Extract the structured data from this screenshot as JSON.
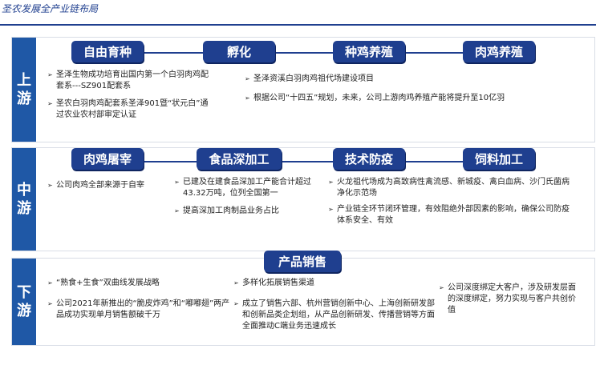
{
  "header": {
    "title": "圣农发展全产业链布局"
  },
  "upstream": {
    "label": [
      "上",
      "游"
    ],
    "pills": [
      "自由育种",
      "孵化",
      "种鸡养殖",
      "肉鸡养殖"
    ],
    "items": [
      "圣泽生物成功培育出国内第一个白羽肉鸡配套系---SZ901配套系",
      "圣农白羽肉鸡配套系圣泽901暨“状元白”通过农业农村部审定认证",
      "圣泽资溪白羽肉鸡祖代场建设项目",
      "根据公司“十四五”规划，未来，公司上游肉鸡养殖产能将提升至10亿羽"
    ]
  },
  "midstream": {
    "label": [
      "中",
      "游"
    ],
    "pills": [
      "肉鸡屠宰",
      "食品深加工",
      "技术防疫",
      "饲料加工"
    ],
    "items": [
      "公司肉鸡全部来源于自宰",
      "已建及在建食品深加工产能合计超过43.32万吨，位列全国第一",
      "提高深加工肉制品业务占比",
      "火龙祖代场成为高致病性禽流感、新城疫、禽白血病、沙门氏菌病净化示范场",
      "产业链全环节闭环管理，有效阻绝外部因素的影响，确保公司防疫体系安全、有效"
    ]
  },
  "downstream": {
    "label": [
      "下",
      "游"
    ],
    "pills": [
      "产品销售"
    ],
    "items": [
      "“熟食+生食”双曲线发展战略",
      "公司2021年新推出的“脆皮炸鸡”和“嘟嘟翅”两产品成功实现单月销售额破千万",
      "多样化拓展销售渠道",
      "成立了销售六部、杭州营销创新中心、上海创新研发部和创新品类企划组，从产品创新研发、传播营销等方面全面推动C端业务迅速成长",
      "公司深度绑定大客户，涉及研发层面的深度绑定，努力实现与客户共创价值"
    ]
  },
  "icons": {
    "bullet": "arrow-right-icon"
  },
  "colors": {
    "label_bg": "#1f58a6",
    "pill_bg": "#1f3f8f",
    "header": "#1f3f8f"
  }
}
